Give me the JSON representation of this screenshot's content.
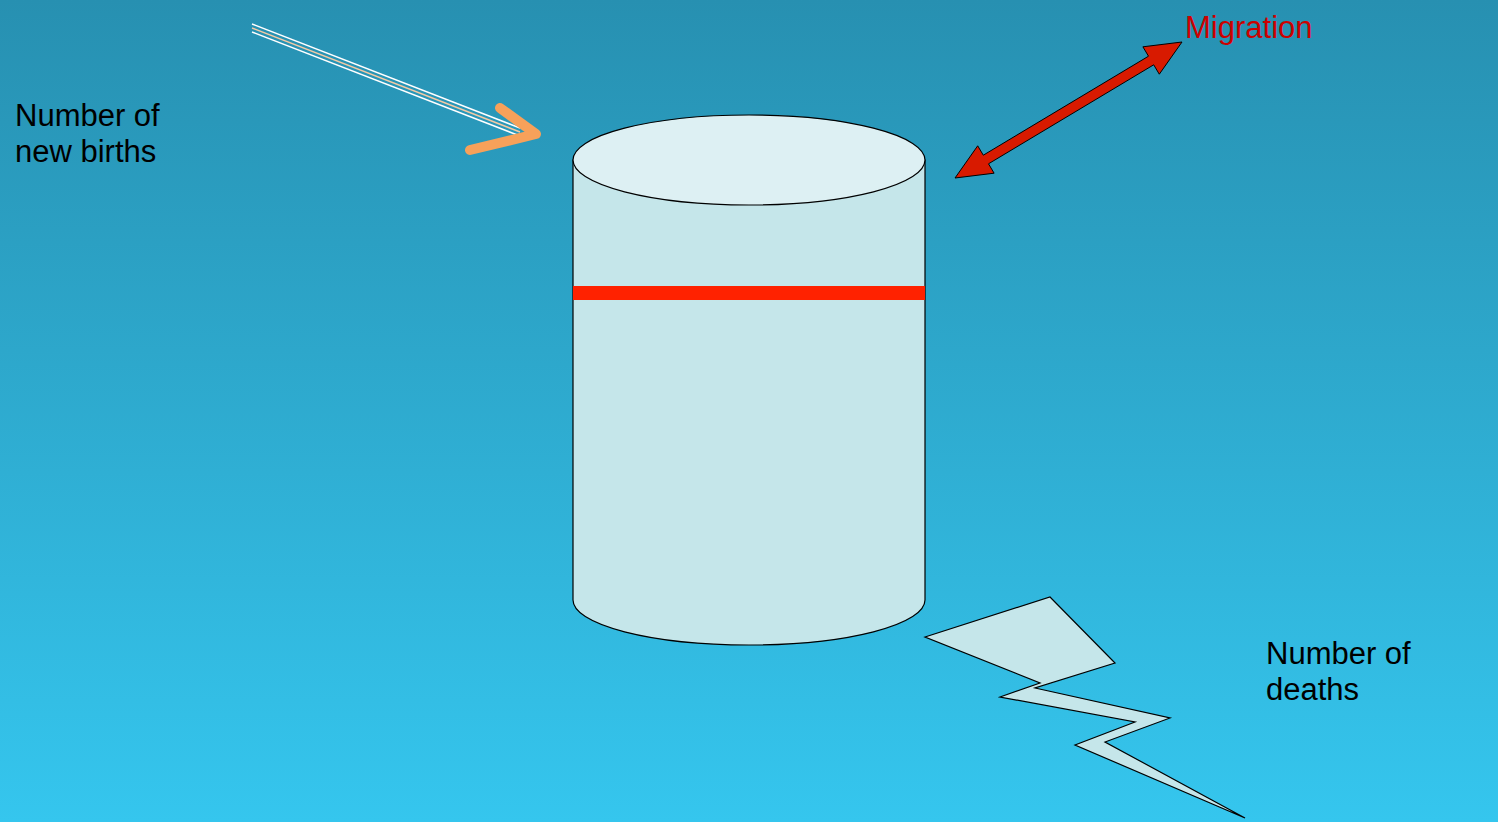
{
  "diagram": {
    "labels": [
      "Number of new births",
      "Migration",
      "Number of deaths"
    ]
  }
}
